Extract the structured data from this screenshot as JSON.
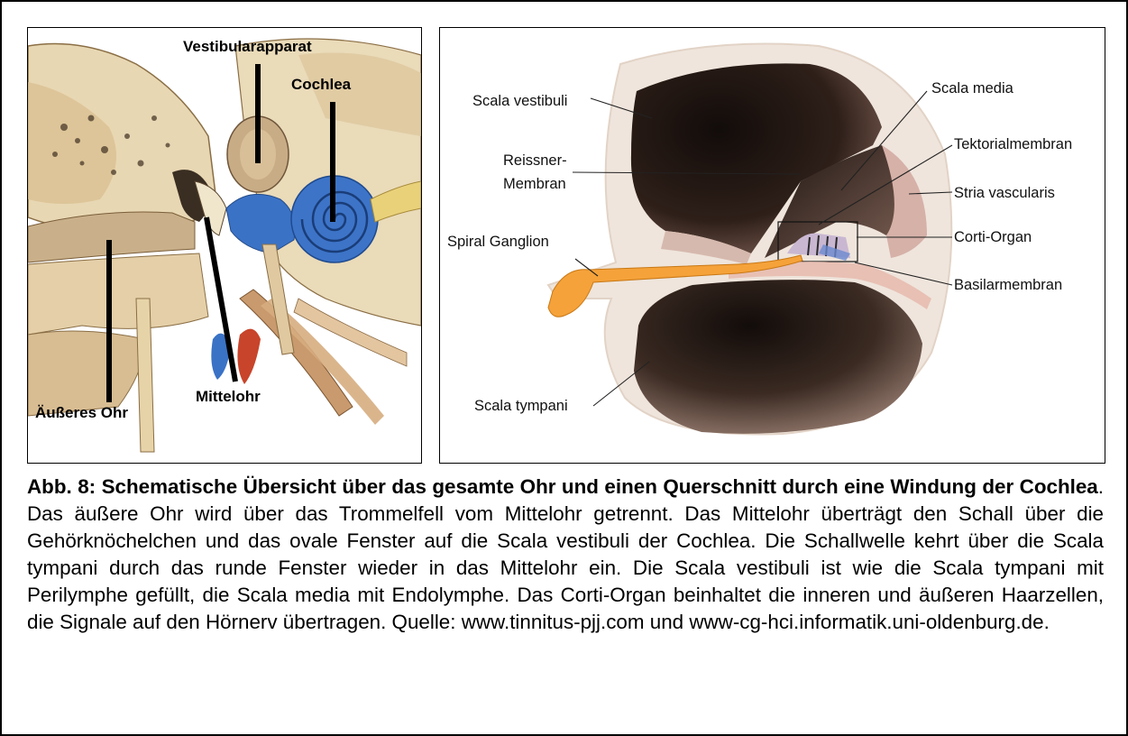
{
  "left_panel": {
    "labels": {
      "vestibular": "Vestibularapparat",
      "cochlea": "Cochlea",
      "outer_ear": "Äußeres Ohr",
      "middle_ear": "Mittelohr"
    }
  },
  "right_panel": {
    "labels": {
      "scala_vestibuli": "Scala vestibuli",
      "reissner_1": "Reissner-",
      "reissner_2": "Membran",
      "spiral_ganglion": "Spiral Ganglion",
      "scala_tympani": "Scala tympani",
      "scala_media": "Scala media",
      "tektorial": "Tektorialmembran",
      "stria": "Stria vascularis",
      "corti": "Corti-Organ",
      "basilar": "Basilarmembran"
    }
  },
  "caption": {
    "title": "Abb. 8: Schematische Übersicht über das gesamte Ohr und einen Querschnitt durch eine Windung der Cochlea",
    "title_end": ".",
    "body": " Das äußere Ohr wird über das Trommelfell vom Mittelohr getrennt. Das Mittelohr überträgt den Schall über die Gehörknöchelchen und das ovale Fenster auf die Scala vestibuli der Cochlea. Die Schallwelle kehrt über die Scala tympani durch das runde Fenster wieder in das Mittelohr ein. Die Scala vestibuli ist wie die Scala tympani mit Perilymphe gefüllt, die Scala media mit Endolymphe. Das Corti-Organ beinhaltet die inneren und äußeren Haarzellen, die Signale auf den Hörnerv übertragen. Quelle: www.tinnitus-pjj.com und www-cg-hci.informatik.uni-oldenburg.de."
  },
  "colors": {
    "bone": "#e6d3ae",
    "cochlea_blue": "#3a72c6",
    "vein_red": "#c8442a",
    "chamber_dark": "#2a1c17",
    "nerve_orange": "#f5a23a",
    "rim": "#efe5dc"
  }
}
